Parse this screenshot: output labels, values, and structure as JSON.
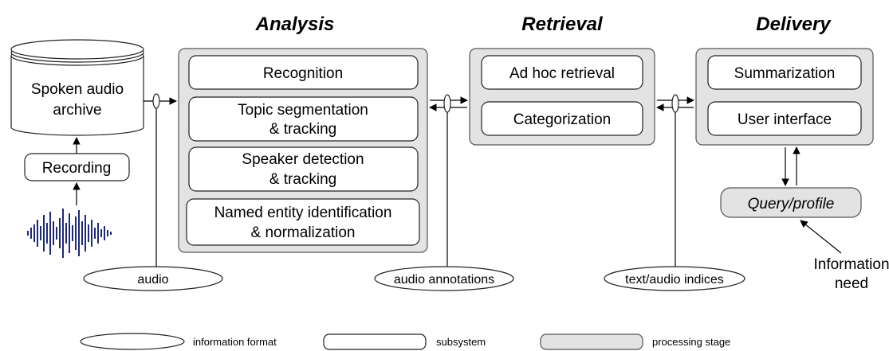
{
  "headings": {
    "analysis": "Analysis",
    "retrieval": "Retrieval",
    "delivery": "Delivery"
  },
  "archive": {
    "line1": "Spoken audio",
    "line2": "archive"
  },
  "recording": "Recording",
  "analysis_items": {
    "recognition": "Recognition",
    "topic_1": "Topic segmentation",
    "topic_2": "& tracking",
    "speaker_1": "Speaker detection",
    "speaker_2": "& tracking",
    "named_1": "Named entity identification",
    "named_2": "& normalization"
  },
  "retrieval_items": {
    "adhoc": "Ad hoc retrieval",
    "categorization": "Categorization"
  },
  "delivery_items": {
    "summarization": "Summarization",
    "user_interface": "User interface"
  },
  "query_profile": "Query/profile",
  "information_need": {
    "line1": "Information",
    "line2": "need"
  },
  "formats": {
    "audio": "audio",
    "audio_annotations": "audio annotations",
    "text_audio_indices": "text/audio indices"
  },
  "legend": {
    "information_format": "information format",
    "subsystem": "subsystem",
    "processing_stage": "processing stage"
  }
}
